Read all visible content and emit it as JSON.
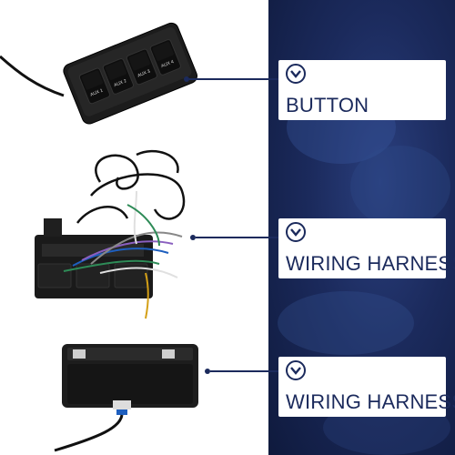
{
  "labels": [
    {
      "text": "BUTTON",
      "icon": "chevron-down-icon"
    },
    {
      "text": "WIRING HARNESS",
      "icon": "chevron-down-icon"
    },
    {
      "text": "WIRING HARNESS",
      "icon": "chevron-down-icon"
    }
  ],
  "button_panel": {
    "switches": [
      "AUX 1",
      "AUX 2",
      "AUX 3",
      "AUX 4"
    ]
  },
  "colors": {
    "navy": "#1b2a5c",
    "device": "#1a1a1a"
  }
}
